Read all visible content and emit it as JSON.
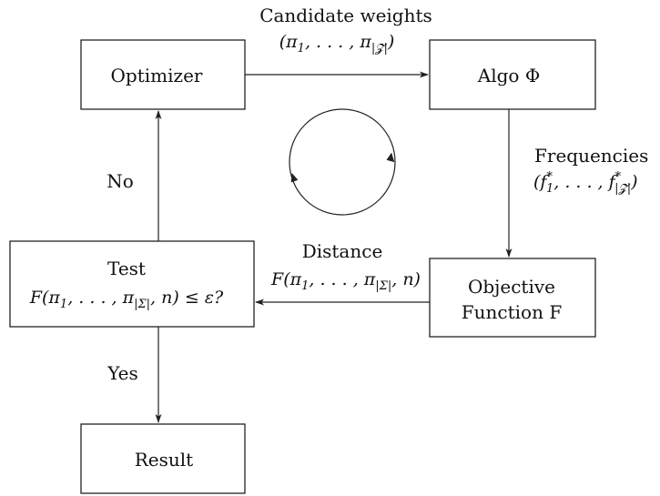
{
  "nodes": {
    "optimizer": "Optimizer",
    "algo": "Algo Φ",
    "objective_line1": "Objective",
    "objective_line2": "Function F",
    "test_line1": "Test",
    "result": "Result"
  },
  "edges": {
    "candidate_weights": "Candidate weights",
    "frequencies": "Frequencies",
    "distance": "Distance",
    "no": "No",
    "yes": "Yes"
  },
  "formulas": {
    "weights_tuple": {
      "pre": "(π",
      "sub1": "1",
      "mid": ", . . . , π",
      "sub2": "|𝓩|",
      "post": ")"
    },
    "frequency_tuple": {
      "pre": "(f",
      "sup1": "*",
      "sub1": "1",
      "mid": ", . . . , f",
      "sup2": "*",
      "sub2": "|𝓩|",
      "post": ")"
    },
    "distance_expr": {
      "pre": "F(π",
      "sub1": "1",
      "mid": ", . . . , π",
      "sub2": "|Σ|",
      "post": ", n)"
    },
    "test_expr": {
      "pre": "F(π",
      "sub1": "1",
      "mid": ", . . . , π",
      "sub2": "|Σ|",
      "post": ", n) ≤ ε?"
    }
  },
  "cycle_icon": "clockwise-cycle"
}
